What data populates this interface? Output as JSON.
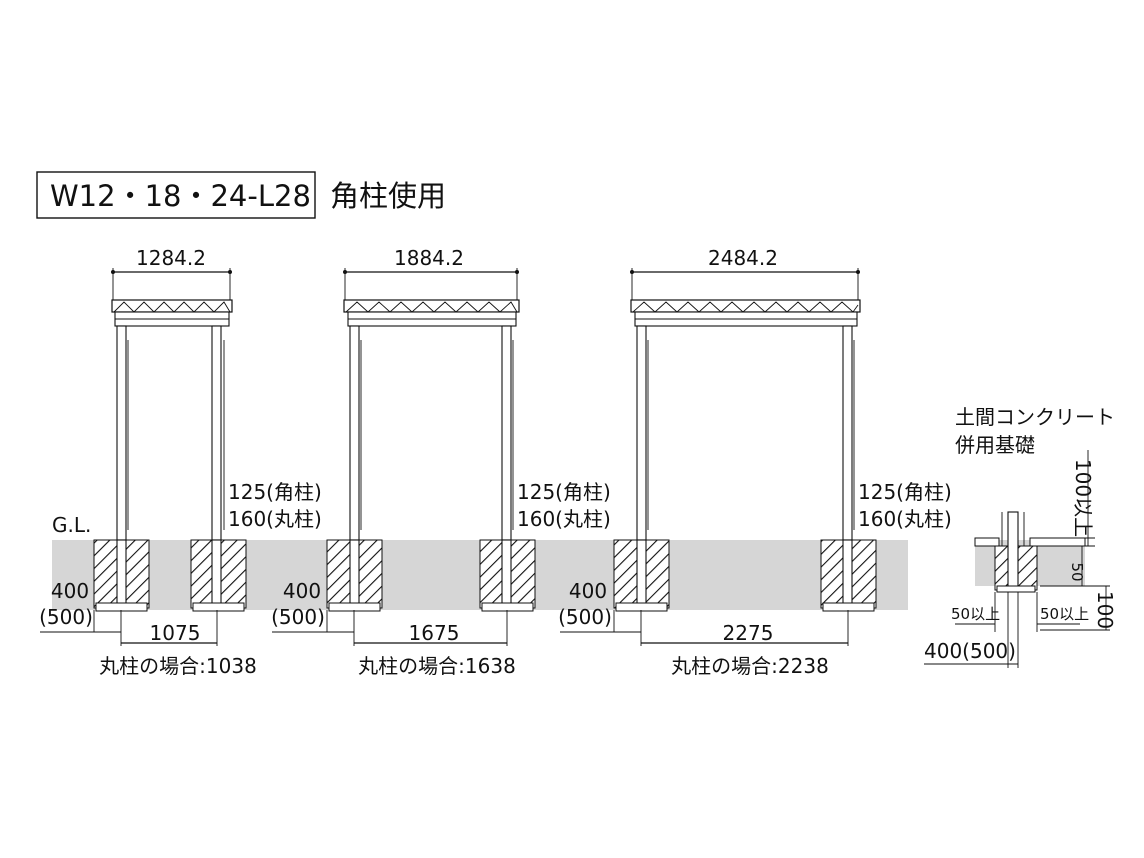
{
  "header": {
    "model_code": "W12・18・24-L28",
    "post_type": "角柱使用"
  },
  "ground_label": "G.L.",
  "units": [
    {
      "width": "1284.2",
      "post_spacing": "1075",
      "round_post_note": "丸柱の場合:1038",
      "depth_square": "125(角柱)",
      "depth_round": "160(丸柱)",
      "footing_depth": "400",
      "footing_depth_alt": "(500)"
    },
    {
      "width": "1884.2",
      "post_spacing": "1675",
      "round_post_note": "丸柱の場合:1638",
      "depth_square": "125(角柱)",
      "depth_round": "160(丸柱)",
      "footing_depth": "400",
      "footing_depth_alt": "(500)"
    },
    {
      "width": "2484.2",
      "post_spacing": "2275",
      "round_post_note": "丸柱の場合:2238",
      "depth_square": "125(角柱)",
      "depth_round": "160(丸柱)",
      "footing_depth": "400",
      "footing_depth_alt": "(500)"
    }
  ],
  "detail": {
    "title_line1": "土間コンクリート",
    "title_line2": "併用基礎",
    "dim_100_above": "100以上",
    "dim_50": "50",
    "dim_100": "100",
    "left_clearance": "50以上",
    "right_clearance": "50以上",
    "footing": "400(500)"
  }
}
